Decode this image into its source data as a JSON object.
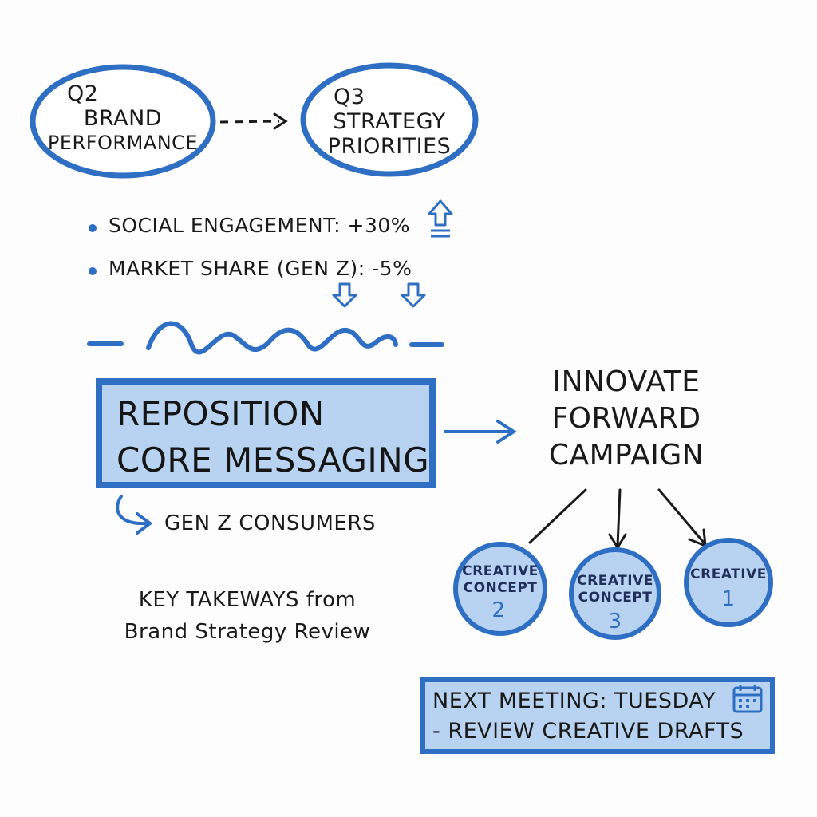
{
  "nodes": {
    "q2_oval": {
      "line1": "Q2",
      "line2": "BRAND",
      "line3": "PERFORMANCE"
    },
    "q3_oval": {
      "line1": "Q3",
      "line2": "STRATEGY",
      "line3": "PRIORITIES"
    }
  },
  "metrics": [
    {
      "label": "SOCIAL ENGAGEMENT: +30%",
      "trend": "up-arrow-icon"
    },
    {
      "label": "MARKET SHARE (GEN Z): -5%",
      "trend": "down-arrow-icon"
    }
  ],
  "reposition_box": {
    "line1": "REPOSITION",
    "line2": "CORE MESSAGING"
  },
  "target_audience": "GEN Z CONSUMERS",
  "campaign": {
    "line1": "INNOVATE",
    "line2": "FORWARD",
    "line3": "CAMPAIGN"
  },
  "concepts": [
    {
      "label1": "CREATIVE",
      "label2": "CONCEPT",
      "number": "2"
    },
    {
      "label1": "CREATIVE",
      "label2": "CONCEPT",
      "number": "3"
    },
    {
      "label1": "CREATIVE",
      "label2": "",
      "number": "1"
    }
  ],
  "takeaways": {
    "line1": "KEY TAKEWAYS from",
    "line2": "Brand Strategy Review"
  },
  "next_meeting": {
    "line1": "NEXT MEETING: TUESDAY",
    "line2": "- REVIEW CREATIVE DRAFTS",
    "icon": "calendar-icon"
  },
  "colors": {
    "accent": "#2e6fc4",
    "fill": "#b8d3f2",
    "ink": "#1a1a1a"
  }
}
